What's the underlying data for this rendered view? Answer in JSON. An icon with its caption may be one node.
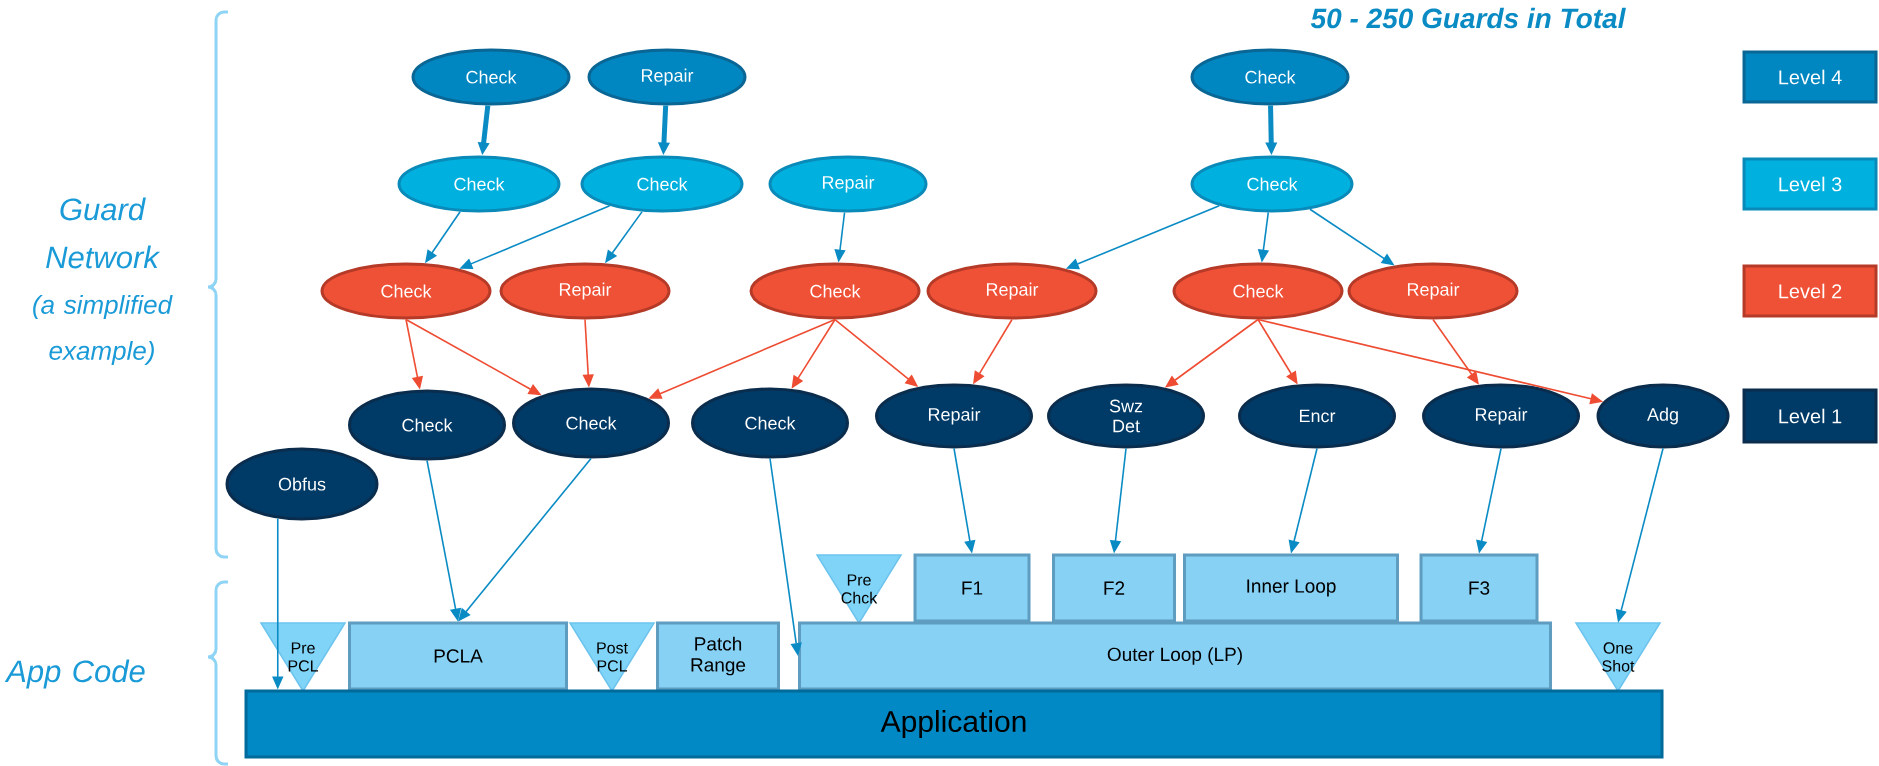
{
  "diagram": {
    "nodes": [
      {
        "text": [
          "Check"
        ]
      },
      {
        "text": [
          "Repair"
        ]
      },
      {
        "text": [
          "Check"
        ]
      },
      {
        "text": [
          "Level 4"
        ]
      },
      {
        "text": [
          "Check"
        ]
      },
      {
        "text": [
          "Check"
        ]
      },
      {
        "text": [
          "Repair"
        ]
      },
      {
        "text": [
          "Check"
        ]
      },
      {
        "text": [
          "Level 3"
        ]
      },
      {
        "text": [
          "Check"
        ]
      },
      {
        "text": [
          "Repair"
        ]
      },
      {
        "text": [
          "Check"
        ]
      },
      {
        "text": [
          "Repair"
        ]
      },
      {
        "text": [
          "Check"
        ]
      },
      {
        "text": [
          "Repair"
        ]
      },
      {
        "text": [
          "Level 2"
        ]
      },
      {
        "text": [
          "Check"
        ]
      },
      {
        "text": [
          "Check"
        ]
      },
      {
        "text": [
          "Check"
        ]
      },
      {
        "text": [
          "Repair"
        ]
      },
      {
        "text": [
          "Swz Det"
        ]
      },
      {
        "text": [
          "Encr"
        ]
      },
      {
        "text": [
          "Repair"
        ]
      },
      {
        "text": [
          "Adg"
        ]
      },
      {
        "text": [
          "Level 1"
        ]
      },
      {
        "text": [
          "Obfus"
        ]
      },
      {
        "text": [
          "Pre Chck"
        ]
      },
      {
        "text": [
          "F1"
        ]
      },
      {
        "text": [
          "F2"
        ]
      },
      {
        "text": [
          "Inner Loop"
        ]
      },
      {
        "text": [
          "F3"
        ]
      },
      {
        "text": [
          "Pre PCL"
        ]
      },
      {
        "text": [
          "PCLA"
        ]
      },
      {
        "text": [
          "Post PCL"
        ]
      },
      {
        "text": [
          "Patch Range"
        ]
      },
      {
        "text": [
          "Outer Loop (LP)"
        ]
      },
      {
        "text": [
          "One Shot"
        ]
      },
      {
        "text": [
          "Application"
        ]
      }
    ],
    "edges": [
      {
        "from": 0,
        "to": 4,
        "arrow": "to",
        "style": "thick"
      },
      {
        "from": 1,
        "to": 5,
        "arrow": "to",
        "style": "thick"
      },
      {
        "from": 2,
        "to": 7,
        "arrow": "to",
        "style": "thick"
      },
      {
        "from": 4,
        "to": 9,
        "arrow": "to"
      },
      {
        "from": 5,
        "to": 9,
        "arrow": "to"
      },
      {
        "from": 5,
        "to": 10,
        "arrow": "to"
      },
      {
        "from": 6,
        "to": 11,
        "arrow": "to"
      },
      {
        "from": 7,
        "to": 12,
        "arrow": "to"
      },
      {
        "from": 7,
        "to": 13,
        "arrow": "to"
      },
      {
        "from": 7,
        "to": 14,
        "arrow": "to"
      },
      {
        "from": 9,
        "to": 16,
        "arrow": "to",
        "color": "#ee4d33"
      },
      {
        "from": 9,
        "to": 17,
        "arrow": "to",
        "color": "#ee4d33"
      },
      {
        "from": 10,
        "to": 17,
        "arrow": "to",
        "color": "#ee4d33"
      },
      {
        "from": 11,
        "to": 17,
        "arrow": "to",
        "color": "#ee4d33"
      },
      {
        "from": 11,
        "to": 18,
        "arrow": "to",
        "color": "#ee4d33"
      },
      {
        "from": 11,
        "to": 19,
        "arrow": "to",
        "color": "#ee4d33"
      },
      {
        "from": 12,
        "to": 19,
        "arrow": "to",
        "color": "#ee4d33"
      },
      {
        "from": 13,
        "to": 20,
        "arrow": "to",
        "color": "#ee4d33"
      },
      {
        "from": 13,
        "to": 21,
        "arrow": "to",
        "color": "#ee4d33"
      },
      {
        "from": 13,
        "to": 23,
        "arrow": "to",
        "color": "#ee4d33"
      },
      {
        "from": 14,
        "to": 22,
        "arrow": "to",
        "color": "#ee4d33"
      },
      {
        "from": 25,
        "to": 37,
        "arrow": "to"
      },
      {
        "from": 16,
        "to": 32,
        "arrow": "to"
      },
      {
        "from": 17,
        "to": 32,
        "arrow": "to"
      },
      {
        "from": 18,
        "to": 35,
        "arrow": "to"
      },
      {
        "from": 19,
        "to": 27,
        "arrow": "to"
      },
      {
        "from": 20,
        "to": 28,
        "arrow": "to"
      },
      {
        "from": 21,
        "to": 29,
        "arrow": "to"
      },
      {
        "from": 22,
        "to": 30,
        "arrow": "to"
      },
      {
        "from": 23,
        "to": 36,
        "arrow": "to"
      }
    ],
    "labels": [
      "50 - 250 Guards in Total",
      "Guard Network",
      "(a simplified example)",
      "App Code"
    ]
  }
}
